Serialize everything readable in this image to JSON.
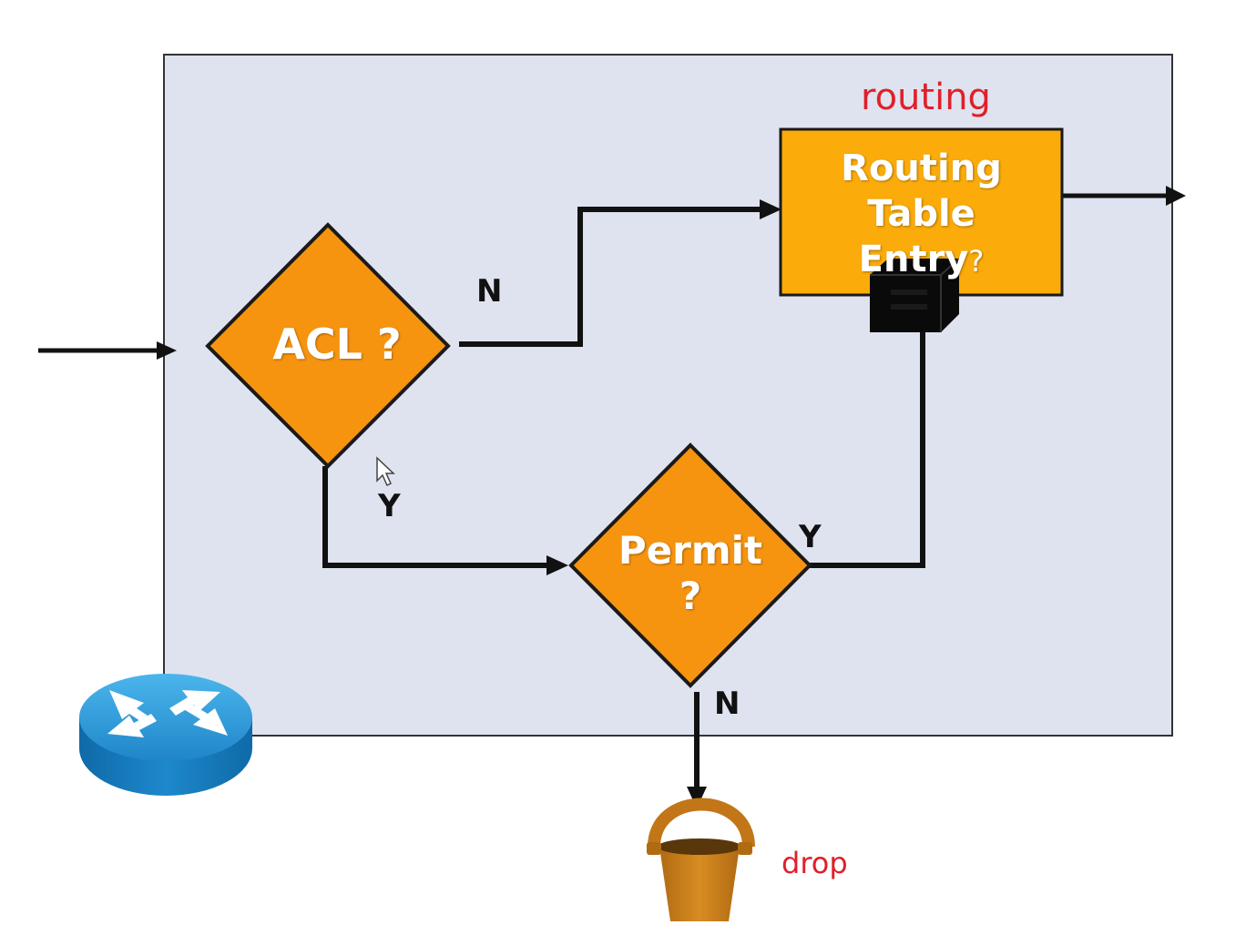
{
  "labels": {
    "routing": "routing",
    "drop": "drop",
    "acl_no": "N",
    "acl_yes": "Y",
    "permit_yes": "Y",
    "permit_no": "N"
  },
  "nodes": {
    "acl": {
      "text": "ACL ?"
    },
    "permit": {
      "line1": "Permit",
      "line2": "?"
    },
    "routing_table": {
      "line1": "Routing Table",
      "line2": "Entry",
      "mark": "?"
    }
  },
  "colors": {
    "panel": "#dfe3ef",
    "diamond": "#f7940f",
    "routing_box": "#fbab0a",
    "annotation": "#e0202a",
    "router": "#1f86c9",
    "bucket": "#c27617"
  },
  "icons": [
    "router-icon",
    "bucket-icon",
    "cursor-icon",
    "nat-block-icon"
  ]
}
